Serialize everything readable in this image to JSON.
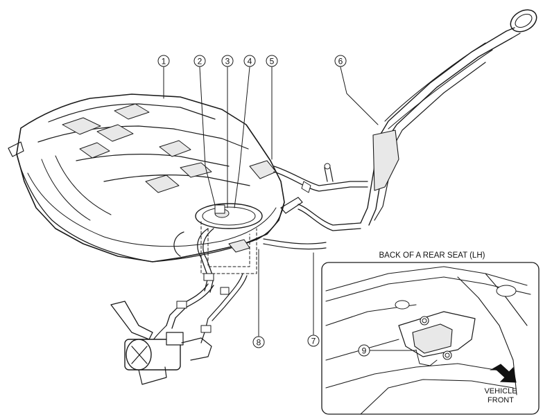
{
  "callouts": [
    {
      "id": "1",
      "label": "1"
    },
    {
      "id": "2",
      "label": "2"
    },
    {
      "id": "3",
      "label": "3"
    },
    {
      "id": "4",
      "label": "4"
    },
    {
      "id": "5",
      "label": "5"
    },
    {
      "id": "6",
      "label": "6"
    },
    {
      "id": "7",
      "label": "7"
    },
    {
      "id": "8",
      "label": "8"
    },
    {
      "id": "9",
      "label": "9"
    }
  ],
  "inset": {
    "title": "BACK OF A REAR SEAT (LH)",
    "direction_line1": "VEHICLE",
    "direction_line2": "FRONT"
  }
}
